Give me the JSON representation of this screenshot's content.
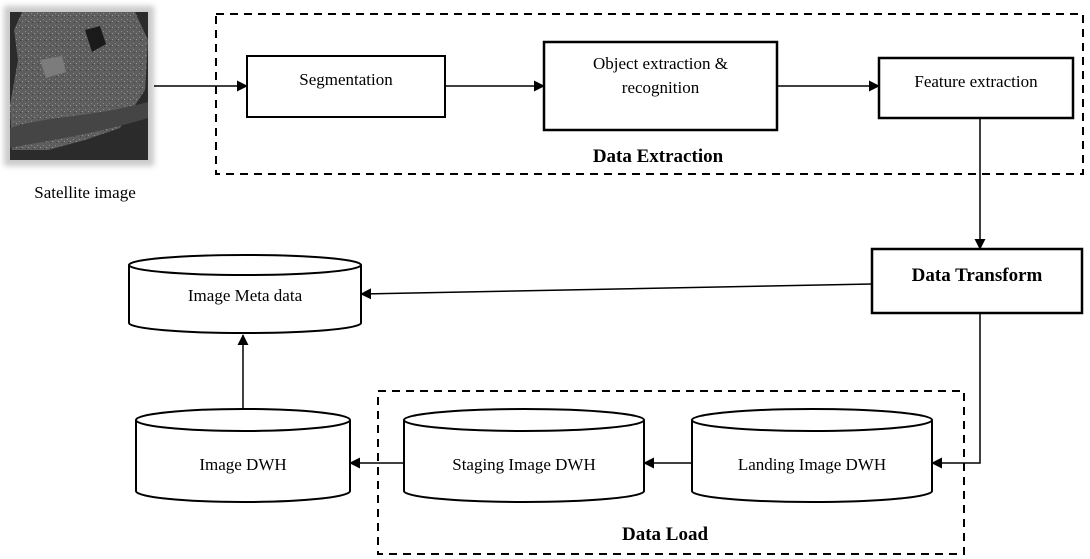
{
  "diagram": {
    "satellite_image": {
      "caption": "Satellite image"
    },
    "data_extraction": {
      "title": "Data Extraction",
      "steps": {
        "segmentation": "Segmentation",
        "object_extraction": "Object extraction & recognition",
        "feature_extraction": "Feature extraction"
      }
    },
    "data_transform": {
      "label": "Data Transform"
    },
    "image_meta_data": {
      "label": "Image Meta data"
    },
    "image_dwh": {
      "label": "Image DWH"
    },
    "data_load": {
      "title": "Data Load",
      "staging": "Staging Image DWH",
      "landing": "Landing Image DWH"
    }
  },
  "colors": {
    "stroke": "#000000",
    "background": "#ffffff",
    "satellite_dark": "#2b2b2b",
    "satellite_land": "#6e6e6e"
  }
}
